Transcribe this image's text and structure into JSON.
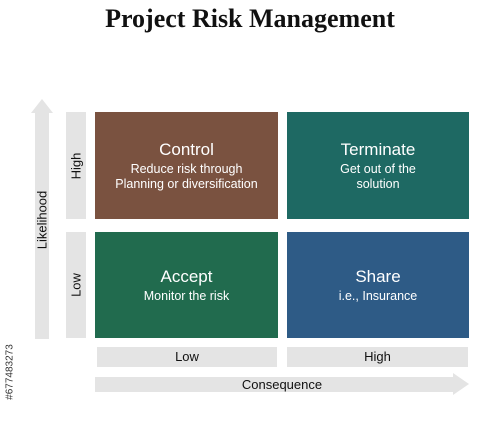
{
  "title": "Project Risk Management",
  "axes": {
    "y_label": "Likelihood",
    "x_label": "Consequence",
    "rows": {
      "high": "High",
      "low": "Low"
    },
    "cols": {
      "low": "Low",
      "high": "High"
    }
  },
  "quadrants": {
    "control": {
      "title": "Control",
      "desc_line1": "Reduce risk through",
      "desc_line2": "Planning or diversification",
      "color": "#7a5240"
    },
    "terminate": {
      "title": "Terminate",
      "desc_line1": "Get out of the",
      "desc_line2": "solution",
      "color": "#1e6963"
    },
    "accept": {
      "title": "Accept",
      "desc_line1": "Monitor the risk",
      "color": "#216b4e"
    },
    "share": {
      "title": "Share",
      "desc_line1": "i.e., Insurance",
      "color": "#2e5b86"
    }
  },
  "side_id": "#677483273"
}
